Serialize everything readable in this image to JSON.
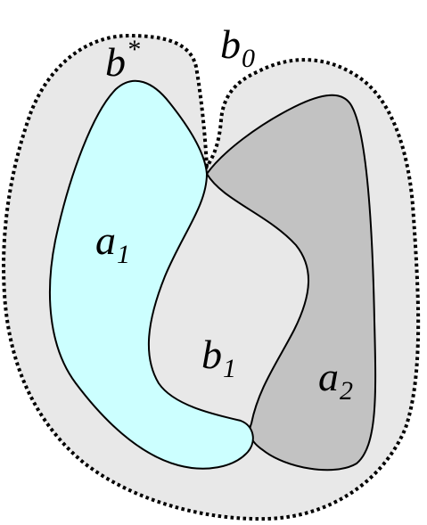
{
  "colors": {
    "background": "#ffffff",
    "outer_region_fill": "#e8e8e8",
    "region_a1_fill": "#ccffff",
    "region_a2_fill": "#c2c2c2",
    "region_b1_fill": "#e8e8e8",
    "stroke": "#000000"
  },
  "labels": {
    "b_star": {
      "base": "b",
      "sup": "*"
    },
    "b_0": {
      "base": "b",
      "sub": "0"
    },
    "a_1": {
      "base": "a",
      "sub": "1"
    },
    "b_1": {
      "base": "b",
      "sub": "1"
    },
    "a_2": {
      "base": "a",
      "sub": "2"
    }
  }
}
